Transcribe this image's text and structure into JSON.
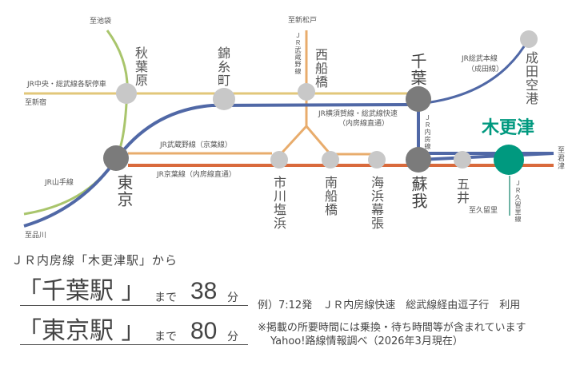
{
  "colors": {
    "chuo_sobu": "#e2c77a",
    "yokosuka_sobu": "#5068a6",
    "keiyo": "#d96a3c",
    "musashino": "#e8ac6c",
    "yamanote": "#a9c56c",
    "kururi": "#6fb3a4",
    "station": "#c8c8c8",
    "major_station": "#7b7b7b",
    "highlight": "#00997f"
  },
  "stations": {
    "akihabara": "秋葉原",
    "kinshicho": "錦糸町",
    "nishi_funabashi": "西船橋",
    "chiba": "千葉",
    "narita_airport": "成田空港",
    "kisarazu": "木更津",
    "tokyo": "東京",
    "ichikawa_shiohama": "市川塩浜",
    "minami_funabashi": "南船橋",
    "kaihin_makuhari": "海浜幕張",
    "soga": "蘇我",
    "goi": "五井"
  },
  "directions": {
    "ikebukuro": "至池袋",
    "shinjuku": "至新宿",
    "shinagawa": "至品川",
    "shin_matsudo": "至新松戸",
    "kimitsu": "至君津",
    "kururi": "至久留里"
  },
  "lines": {
    "chuo_sobu_local": "JR中央・総武線各駅停車",
    "yamanote": "JR山手線",
    "musashino_keiyo": "JR武蔵野線（京葉線）",
    "keiyo_uchibo": "JR京葉線（内房線直通）",
    "yokosuka_sobu_rapid": "JR横須賀線・総武線快速",
    "yokosuka_sobu_rapid_sub": "（内房線直通）",
    "musashino_vertical": "ＪＲ武蔵野線",
    "sobu_main": "JR総武本線",
    "sobu_main_sub": "（成田線）",
    "uchibo_vertical": "ＪＲ内房線",
    "kururi_vertical": "ＪＲ久留里線"
  },
  "info": {
    "header": "ＪＲ内房線「木更津駅」から",
    "routes": [
      {
        "dest": "「千葉駅 」",
        "made": "まで",
        "minutes": "38",
        "unit": "分"
      },
      {
        "dest": "「東京駅 」",
        "made": "まで",
        "minutes": "80",
        "unit": "分"
      }
    ],
    "example": "例）7:12発　ＪＲ内房線快速　総武線経由逗子行　利用",
    "note1": "※掲載の所要時間には乗換・待ち時間等が含まれています",
    "note2": "Yahoo!路線情報調べ（2026年3月現在）"
  }
}
